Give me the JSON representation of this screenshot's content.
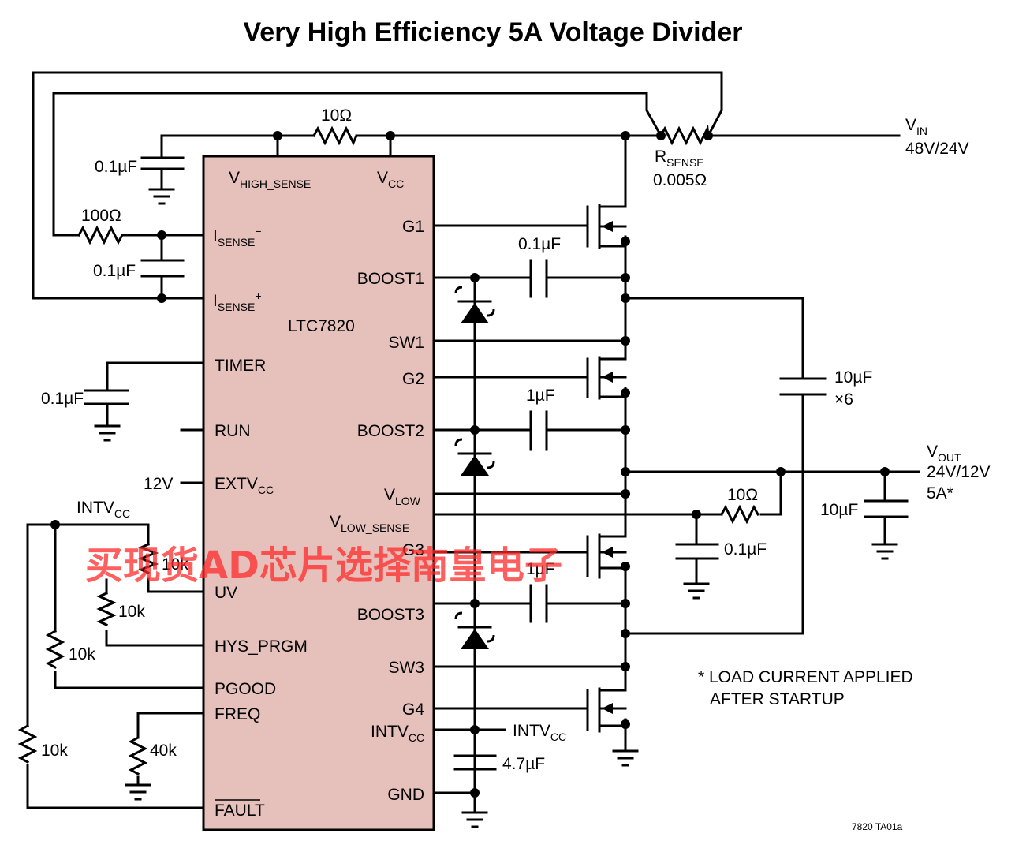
{
  "title": "Very High Efficiency 5A Voltage Divider",
  "chip": {
    "name": "LTC7820",
    "left_pins": [
      "V",
      "HIGH_SENSE",
      "I",
      "SENSE",
      "−",
      "I",
      "SENSE",
      "+",
      "TIMER",
      "RUN",
      "EXTV",
      "CC",
      "UV",
      "HYS_PRGM",
      "PGOOD",
      "FREQ",
      "FAULT"
    ],
    "right_pins": [
      "V",
      "CC",
      "G1",
      "BOOST1",
      "SW1",
      "G2",
      "BOOST2",
      "V",
      "LOW",
      "V",
      "LOW_SENSE",
      "G3",
      "BOOST3",
      "SW3",
      "G4",
      "INTV",
      "CC",
      "GND"
    ]
  },
  "components": {
    "r_top": "10Ω",
    "c_top_left": "0.1µF",
    "r_100": "100Ω",
    "c_sense": "0.1µF",
    "c_timer": "0.1µF",
    "ext_12v": "12V",
    "intv_label": "INTV",
    "intv_sub": "CC",
    "r_uv_top": "10k",
    "r_uv_bot": "10k",
    "r_pgood": "10k",
    "r_fault": "10k",
    "r_freq": "40k",
    "c_boost1": "0.1µF",
    "c_boost2": "1µF",
    "c_boost3": "1µF",
    "c_intv": "4.7µF",
    "intv_out": "INTV",
    "intv_out_sub": "CC",
    "rsense": "R",
    "rsense_sub": "SENSE",
    "rsense_val": "0.005Ω",
    "vin": "V",
    "vin_sub": "IN",
    "vin_val": "48V/24V",
    "c_fly": "10µF",
    "c_fly_mult": "×6",
    "vout": "V",
    "vout_sub": "OUT",
    "vout_val": "24V/12V",
    "vout_amp": "5A*",
    "c_out": "10µF",
    "r_low": "10Ω",
    "c_low": "0.1µF"
  },
  "notes": [
    "* LOAD CURRENT APPLIED",
    "AFTER STARTUP"
  ],
  "code": "7820 TA01a",
  "watermark": "买现货AD芯片选择南皇电子",
  "colors": {
    "chip_fill": "#e6c0bb",
    "wire": "#000000",
    "watermark": "#ff2a2a"
  }
}
